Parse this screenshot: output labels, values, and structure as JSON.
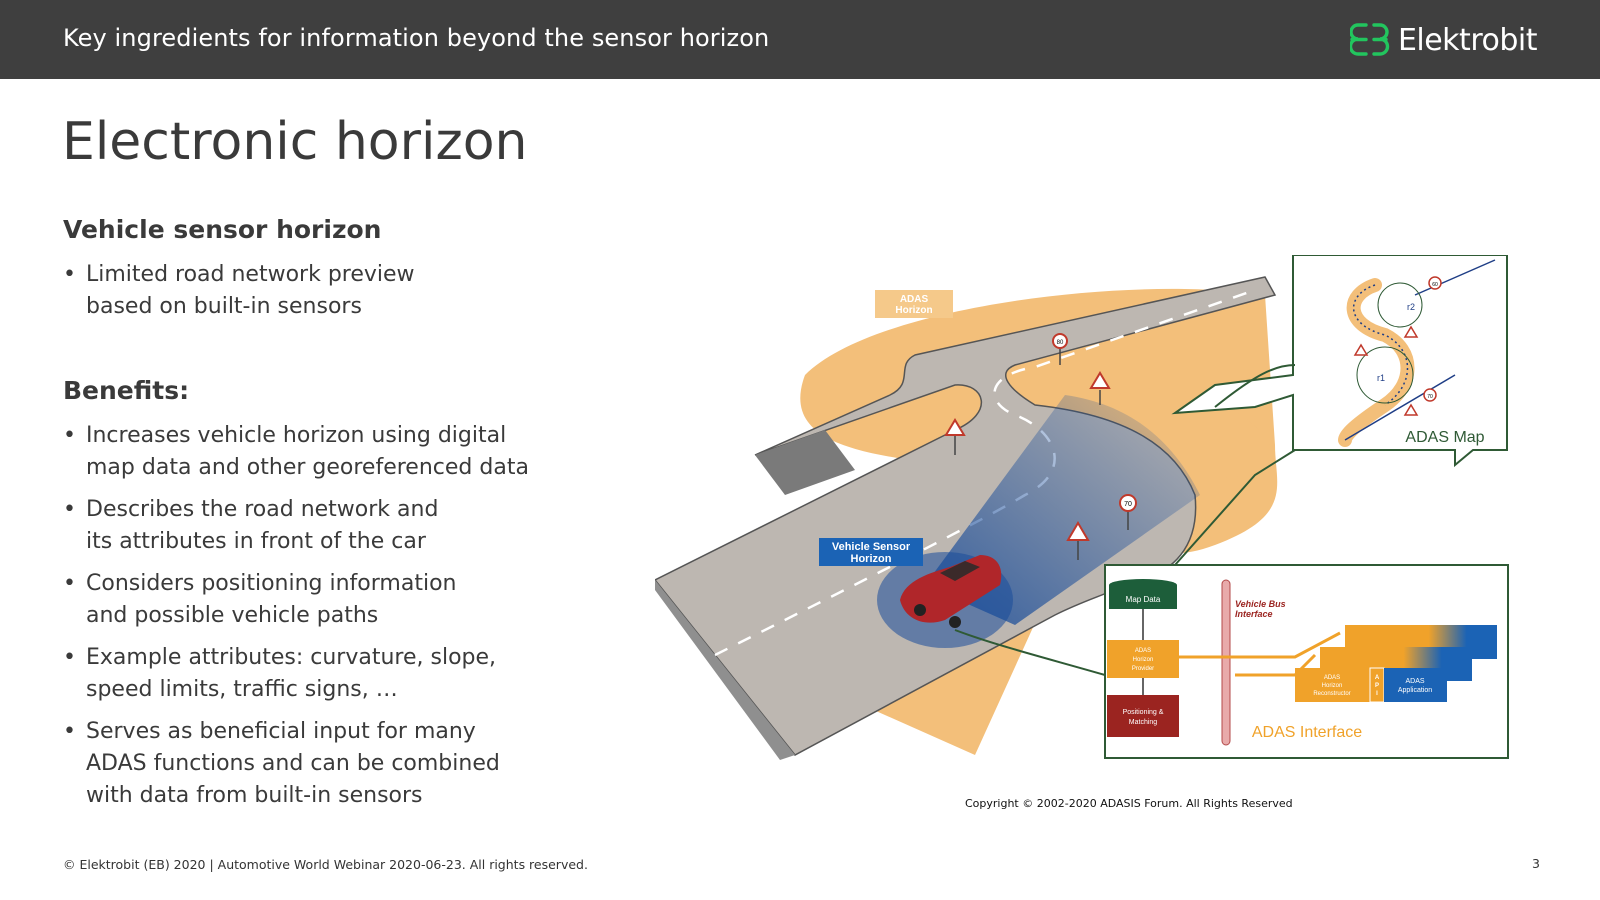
{
  "header": {
    "title": "Key ingredients for information beyond the sensor horizon",
    "logo_text": "Elektrobit"
  },
  "slide": {
    "title": "Electronic horizon"
  },
  "sections": {
    "sensor_horizon": {
      "heading": "Vehicle sensor horizon",
      "bullets": [
        [
          "Limited road network preview",
          "based on built-in sensors"
        ]
      ]
    },
    "benefits": {
      "heading": "Benefits:",
      "bullets": [
        [
          "Increases vehicle horizon using digital",
          "map data and other georeferenced data"
        ],
        [
          "Describes the road network and",
          "its attributes in front of the car"
        ],
        [
          "Considers positioning information",
          "and possible vehicle paths"
        ],
        [
          "Example attributes: curvature, slope,",
          "speed limits, traffic signs, …"
        ],
        [
          "Serves as beneficial input for many",
          "ADAS functions and can be combined",
          "with data from built-in sensors"
        ]
      ]
    }
  },
  "figure": {
    "adas_horizon_label": [
      "ADAS",
      "Horizon"
    ],
    "vehicle_sensor_label": [
      "Vehicle Sensor",
      "Horizon"
    ],
    "adas_map_label": "ADAS Map",
    "adas_interface_label": "ADAS Interface",
    "map_data_label": "Map Data",
    "provider_label": [
      "ADAS",
      "Horizon",
      "Provider"
    ],
    "positioning_label": [
      "Positioning &",
      "Matching"
    ],
    "vehicle_bus_label": [
      "Vehicle Bus",
      "Interface"
    ],
    "reconstructor_label": [
      "ADAS",
      "Horizon",
      "Reconstructor"
    ],
    "api_label": [
      "A",
      "P",
      "I"
    ],
    "application_label": [
      "ADAS",
      "Application"
    ],
    "sign_speed_1": "80",
    "sign_speed_2": "70",
    "map_sign_1": "60",
    "map_sign_2": "70",
    "r1_label": "r1",
    "r2_label": "r2",
    "copyright": "Copyright © 2002-2020 ADASIS Forum. All Rights Reserved"
  },
  "footer": {
    "text": "© Elektrobit (EB) 2020 | Automotive World Webinar 2020-06-23. All rights reserved.",
    "page_number": "3"
  },
  "colors": {
    "header_bg": "#3f3f3f",
    "logo_green": "#22c55e",
    "road_sand": "#f3bf7a",
    "road_gray": "#bdb7b1",
    "sensor_blue": "#1a5aa8",
    "car_red": "#b0262a",
    "map_green": "#2f5a35",
    "orange_box": "#f0a22a",
    "blue_box": "#1b63b5"
  }
}
